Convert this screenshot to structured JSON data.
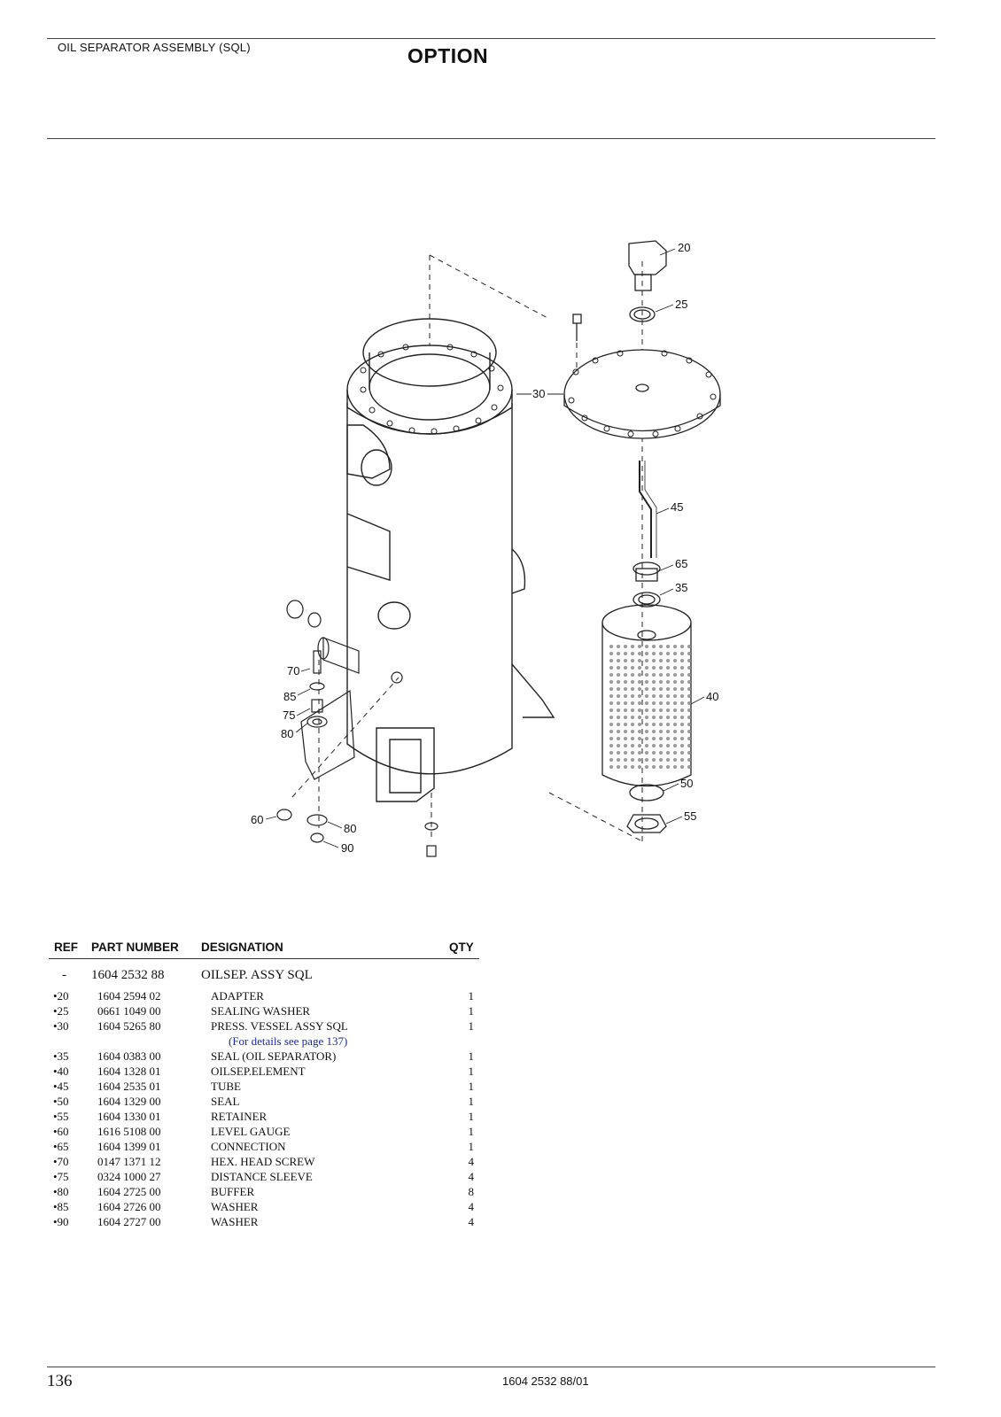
{
  "header": {
    "section": "OIL SEPARATOR ASSEMBLY (SQL)",
    "title": "OPTION"
  },
  "drawing": {
    "callouts": [
      "20",
      "25",
      "30",
      "45",
      "65",
      "35",
      "40",
      "50",
      "55",
      "70",
      "85",
      "75",
      "80",
      "60",
      "80",
      "90"
    ]
  },
  "table": {
    "headers": {
      "ref": "REF",
      "part": "PART NUMBER",
      "designation": "DESIGNATION",
      "qty": "QTY"
    },
    "assembly": {
      "ref": "-",
      "part": "1604 2532 88",
      "designation": "OILSEP. ASSY SQL"
    },
    "rows": [
      {
        "ref": "•20",
        "part": "1604 2594 02",
        "designation": "ADAPTER",
        "qty": "1"
      },
      {
        "ref": "•25",
        "part": "0661 1049 00",
        "designation": "SEALING WASHER",
        "qty": "1"
      },
      {
        "ref": "•30",
        "part": "1604 5265 80",
        "designation": "PRESS. VESSEL ASSY SQL",
        "qty": "1"
      },
      {
        "ref": "•35",
        "part": "1604 0383 00",
        "designation": "SEAL (OIL SEPARATOR)",
        "qty": "1"
      },
      {
        "ref": "•40",
        "part": "1604 1328 01",
        "designation": "OILSEP.ELEMENT",
        "qty": "1"
      },
      {
        "ref": "•45",
        "part": "1604 2535 01",
        "designation": "TUBE",
        "qty": "1"
      },
      {
        "ref": "•50",
        "part": "1604 1329 00",
        "designation": "SEAL",
        "qty": "1"
      },
      {
        "ref": "•55",
        "part": "1604 1330 01",
        "designation": "RETAINER",
        "qty": "1"
      },
      {
        "ref": "•60",
        "part": "1616 5108 00",
        "designation": "LEVEL GAUGE",
        "qty": "1"
      },
      {
        "ref": "•65",
        "part": "1604 1399 01",
        "designation": "CONNECTION",
        "qty": "1"
      },
      {
        "ref": "•70",
        "part": "0147 1371 12",
        "designation": "HEX. HEAD SCREW",
        "qty": "4"
      },
      {
        "ref": "•75",
        "part": "0324 1000 27",
        "designation": "DISTANCE SLEEVE",
        "qty": "4"
      },
      {
        "ref": "•80",
        "part": "1604 2725 00",
        "designation": "BUFFER",
        "qty": "8"
      },
      {
        "ref": "•85",
        "part": "1604 2726 00",
        "designation": "WASHER",
        "qty": "4"
      },
      {
        "ref": "•90",
        "part": "1604 2727 00",
        "designation": "WASHER",
        "qty": "4"
      }
    ],
    "note": "(For details see page 137)"
  },
  "footer": {
    "page_number": "136",
    "doc_number": "1604 2532 88/01"
  }
}
